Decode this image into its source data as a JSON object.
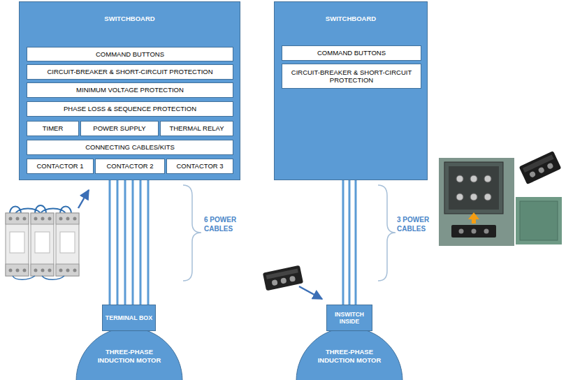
{
  "diagram": {
    "nodes": [
      {
        "text": [
          "SWITCHBOARD"
        ]
      },
      {
        "text": [
          "COMMAND BUTTONS"
        ],
        "in": 0
      },
      {
        "text": [
          "CIRCUIT-BREAKER & SHORT-CIRCUIT PROTECTION"
        ],
        "in": 0
      },
      {
        "text": [
          "MINIMUM VOLTAGE PROTECTION"
        ],
        "in": 0
      },
      {
        "text": [
          "PHASE LOSS & SEQUENCE PROTECTION"
        ],
        "in": 0
      },
      {
        "text": [
          "TIMER"
        ],
        "in": 0
      },
      {
        "text": [
          "POWER SUPPLY"
        ],
        "in": 0
      },
      {
        "text": [
          "THERMAL RELAY"
        ],
        "in": 0
      },
      {
        "text": [
          "CONNECTING CABLES/KITS"
        ],
        "in": 0
      },
      {
        "text": [
          "CONTACTOR 1"
        ],
        "in": 0
      },
      {
        "text": [
          "CONTACTOR 2"
        ],
        "in": 0
      },
      {
        "text": [
          "CONTACTOR 3"
        ],
        "in": 0
      },
      {
        "text": [
          "TERMINAL BOX"
        ]
      },
      {
        "text": [
          "THREE-PHASE INDUCTION MOTOR"
        ]
      },
      {
        "text": [
          "SWITCHBOARD"
        ]
      },
      {
        "text": [
          "COMMAND BUTTONS"
        ],
        "in": 14
      },
      {
        "text": [
          "CIRCUIT-BREAKER & SHORT-CIRCUIT PROTECTION"
        ],
        "in": 14
      },
      {
        "text": [
          "INSWITCH INSIDE"
        ]
      },
      {
        "text": [
          "THREE-PHASE INDUCTION MOTOR"
        ]
      }
    ],
    "edges": [
      {
        "from": 0,
        "to": 12,
        "arrow": "none"
      },
      {
        "from": 0,
        "to": 12,
        "arrow": "none"
      },
      {
        "from": 0,
        "to": 12,
        "arrow": "none"
      },
      {
        "from": 0,
        "to": 12,
        "arrow": "none"
      },
      {
        "from": 0,
        "to": 12,
        "arrow": "none"
      },
      {
        "from": 0,
        "to": 12,
        "arrow": "none"
      },
      {
        "from": 14,
        "to": 17,
        "arrow": "none"
      },
      {
        "from": 14,
        "to": 17,
        "arrow": "none"
      },
      {
        "from": 14,
        "to": 17,
        "arrow": "none"
      }
    ],
    "labels": [
      "6 POWER CABLES",
      "3 POWER CABLES"
    ]
  }
}
